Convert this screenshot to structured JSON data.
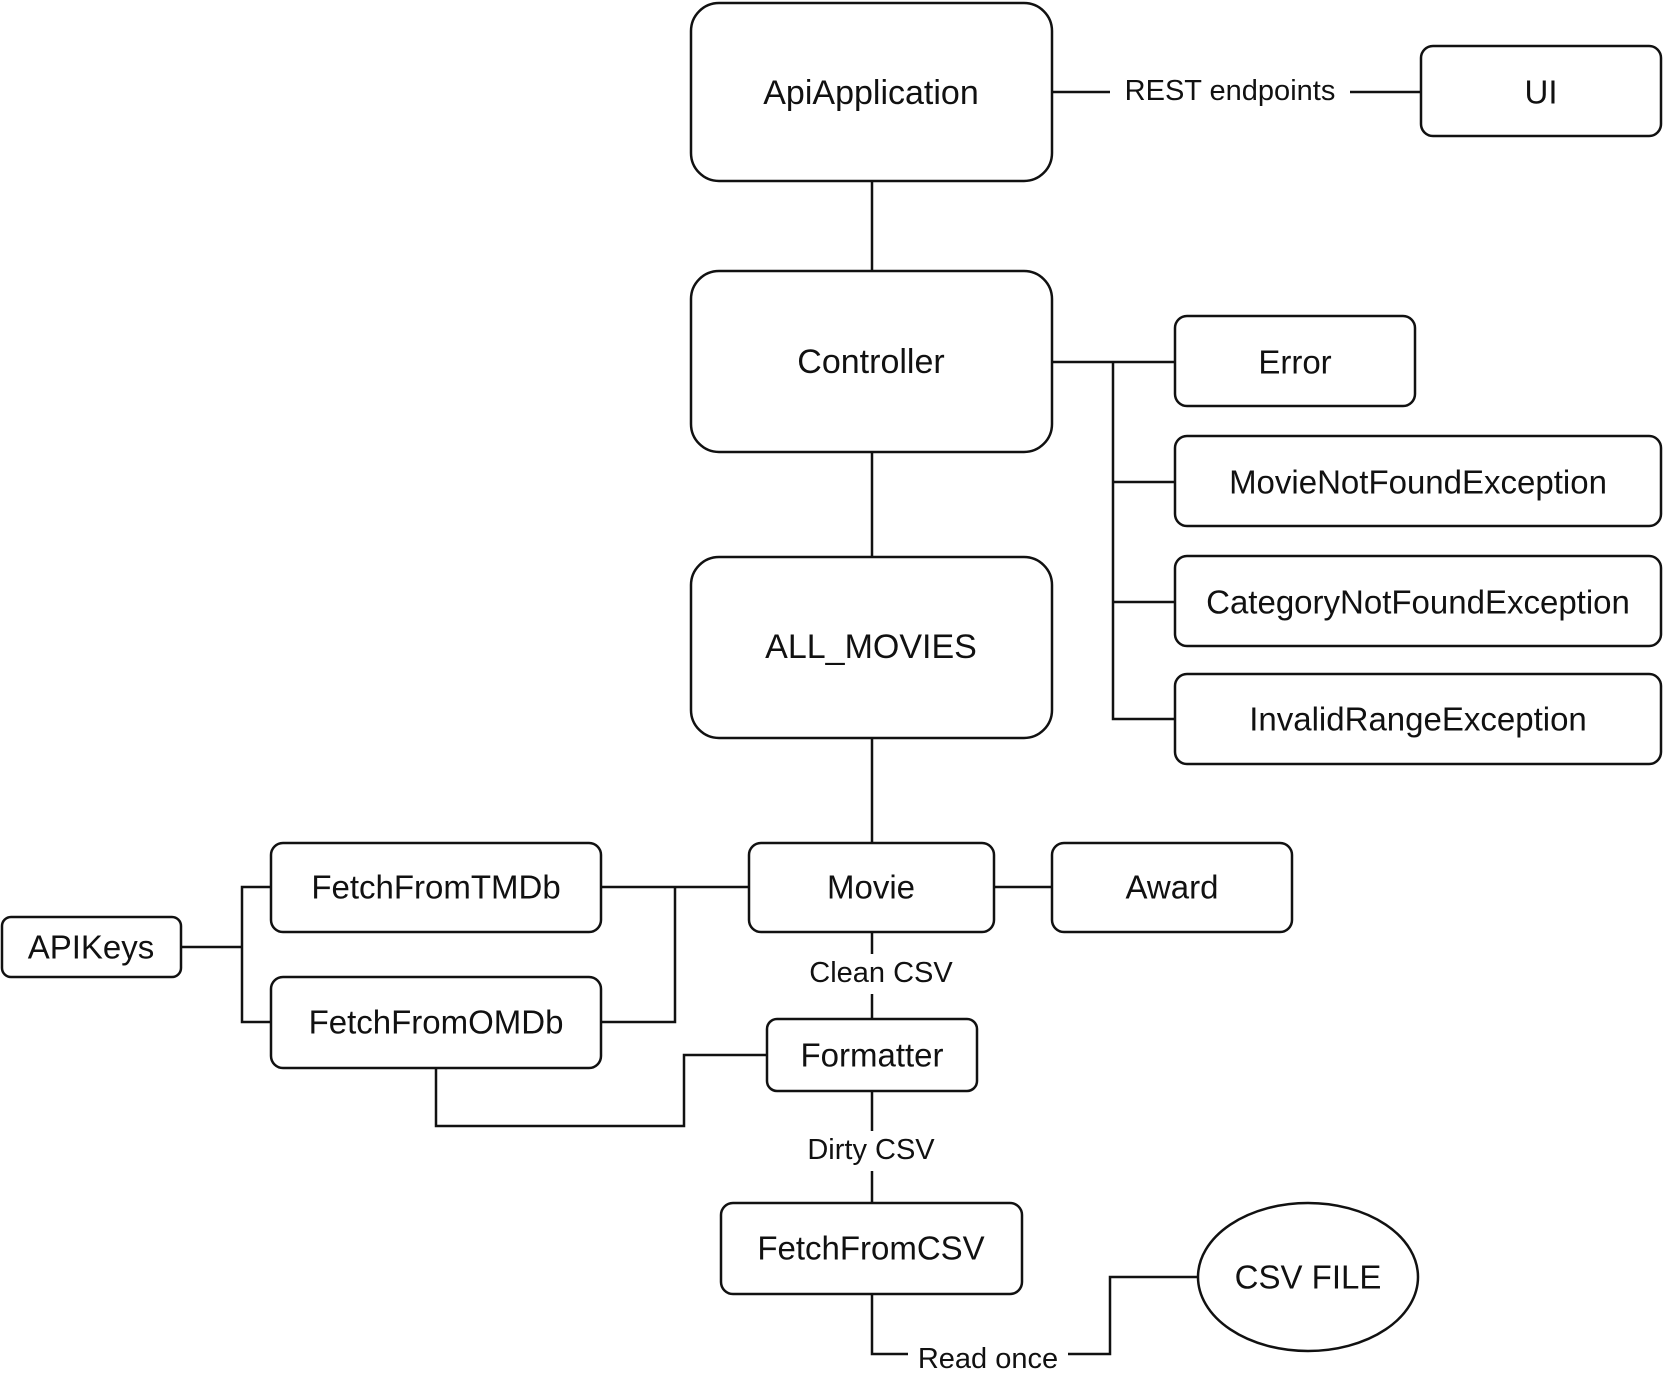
{
  "diagram": {
    "nodes": {
      "api_application": "ApiApplication",
      "ui": "UI",
      "controller": "Controller",
      "error": "Error",
      "movie_not_found": "MovieNotFoundException",
      "category_not_found": "CategoryNotFoundException",
      "invalid_range": "InvalidRangeException",
      "all_movies": "ALL_MOVIES",
      "movie": "Movie",
      "award": "Award",
      "fetch_tmdb": "FetchFromTMDb",
      "fetch_omdb": "FetchFromOMDb",
      "api_keys": "APIKeys",
      "formatter": "Formatter",
      "fetch_csv": "FetchFromCSV",
      "csv_file": "CSV FILE"
    },
    "edge_labels": {
      "rest_endpoints": "REST endpoints",
      "clean_csv": "Clean CSV",
      "dirty_csv": "Dirty CSV",
      "read_once": "Read once"
    }
  }
}
